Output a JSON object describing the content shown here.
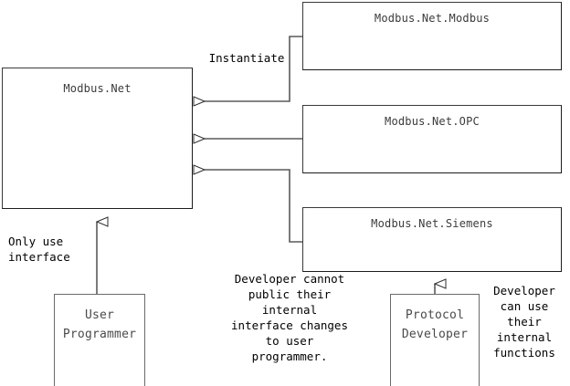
{
  "diagram": {
    "type": "uml-package-dependency-diagram",
    "background": "#ffffff",
    "line_color": "#4a4a4a",
    "text_color": "#000000",
    "box_title_color": "#3b3b3b"
  },
  "boxes": {
    "core": {
      "title": "Modbus.Net"
    },
    "modbus": {
      "title": "Modbus.Net.Modbus"
    },
    "opc": {
      "title": "Modbus.Net.OPC"
    },
    "siemens": {
      "title": "Modbus.Net.Siemens"
    },
    "user_programmer": {
      "title": "User Programmer"
    },
    "protocol_developer": {
      "title": "Protocol Developer"
    }
  },
  "labels": {
    "instantiate": "Instantiate",
    "only_use_interface": "Only use\ninterface",
    "developer_cannot_public": "Developer cannot\npublic their\ninternal\ninterface changes\nto user\nprogrammer.",
    "developer_can_use": "Developer\ncan use\ntheir\ninternal\nfunctions"
  }
}
